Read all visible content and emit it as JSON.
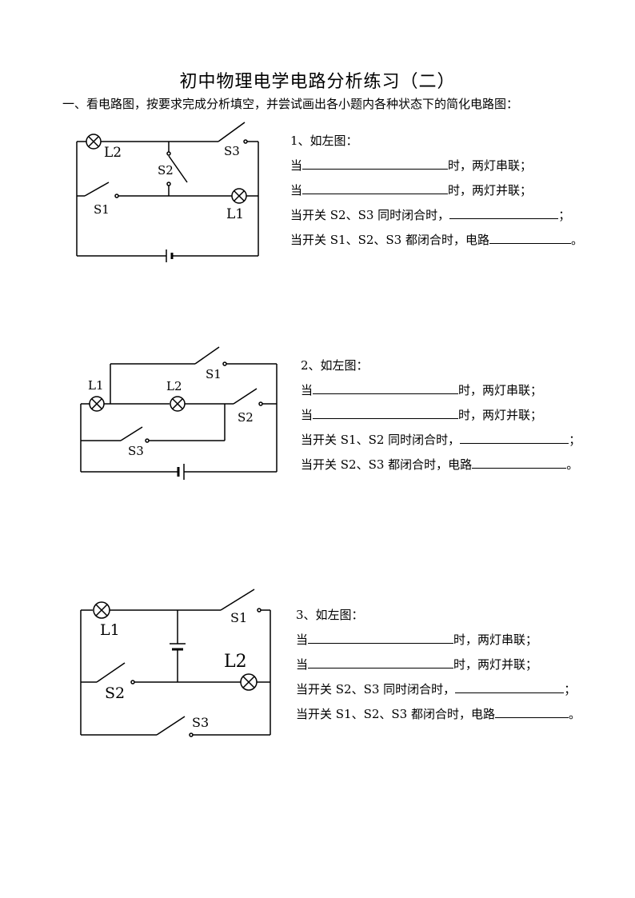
{
  "title": "初中物理电学电路分析练习（二）",
  "instruction": "一、看电路图，按要求完成分析填空，并尝试画出各小题内各种状态下的简化电路图：",
  "questions": [
    {
      "number": "1、如左图：",
      "prefix_series": "当",
      "suffix_series": "时，两灯串联；",
      "prefix_parallel": "当",
      "suffix_parallel": "时，两灯并联；",
      "line3": "当开关 S2、S3 同时闭合时，",
      "line3_end": "；",
      "line4": "当开关 S1、S2、S3 都闭合时，电路",
      "line4_end": "。",
      "labels": {
        "l1": "L1",
        "l2": "L2",
        "s1": "S1",
        "s2": "S2",
        "s3": "S3"
      }
    },
    {
      "number": "2、如左图：",
      "prefix_series": "当",
      "suffix_series": "时，两灯串联；",
      "prefix_parallel": "当",
      "suffix_parallel": "时，两灯并联；",
      "line3": "当开关 S1、S2 同时闭合时，",
      "line3_end": "；",
      "line4": "当开关 S2、S3 都闭合时，电路",
      "line4_end": "。",
      "labels": {
        "l1": "L1",
        "l2": "L2",
        "s1": "S1",
        "s2": "S2",
        "s3": "S3"
      }
    },
    {
      "number": "3、如左图：",
      "prefix_series": "当",
      "suffix_series": "时，两灯串联；",
      "prefix_parallel": "当",
      "suffix_parallel": "时，两灯并联；",
      "line3": "当开关 S2、S3 同时闭合时，",
      "line3_end": "；",
      "line4": "当开关 S1、S2、S3 都闭合时，电路",
      "line4_end": "。",
      "labels": {
        "l1": "L1",
        "l2": "L2",
        "s1": "S1",
        "s2": "S2",
        "s3": "S3"
      }
    }
  ]
}
